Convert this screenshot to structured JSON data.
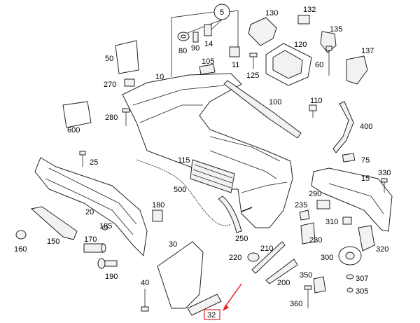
{
  "callouts": {
    "c5": "5",
    "c10": "10",
    "c11": "11",
    "c14": "14",
    "c15": "15",
    "c20": "20",
    "c25": "25",
    "c30": "30",
    "c32": "32",
    "c40": "40",
    "c50": "50",
    "c60": "60",
    "c75": "75",
    "c80": "80",
    "c90": "90",
    "c100": "100",
    "c105": "105",
    "c110": "110",
    "c115": "115",
    "c120": "120",
    "c125": "125",
    "c130": "130",
    "c132": "132",
    "c135": "135",
    "c137": "137",
    "c150": "150",
    "c160": "160",
    "c170": "170",
    "c180": "180",
    "c185": "185",
    "c190": "190",
    "c200": "200",
    "c210": "210",
    "c220": "220",
    "c230": "230",
    "c235": "235",
    "c250": "250",
    "c270": "270",
    "c280": "280",
    "c290": "290",
    "c300": "300",
    "c305": "305",
    "c307": "307",
    "c310": "310",
    "c320": "320",
    "c330": "330",
    "c350": "350",
    "c360": "360",
    "c400": "400",
    "c500": "500",
    "c600": "600"
  },
  "colors": {
    "highlight": "#e02020",
    "ink": "#222222"
  }
}
